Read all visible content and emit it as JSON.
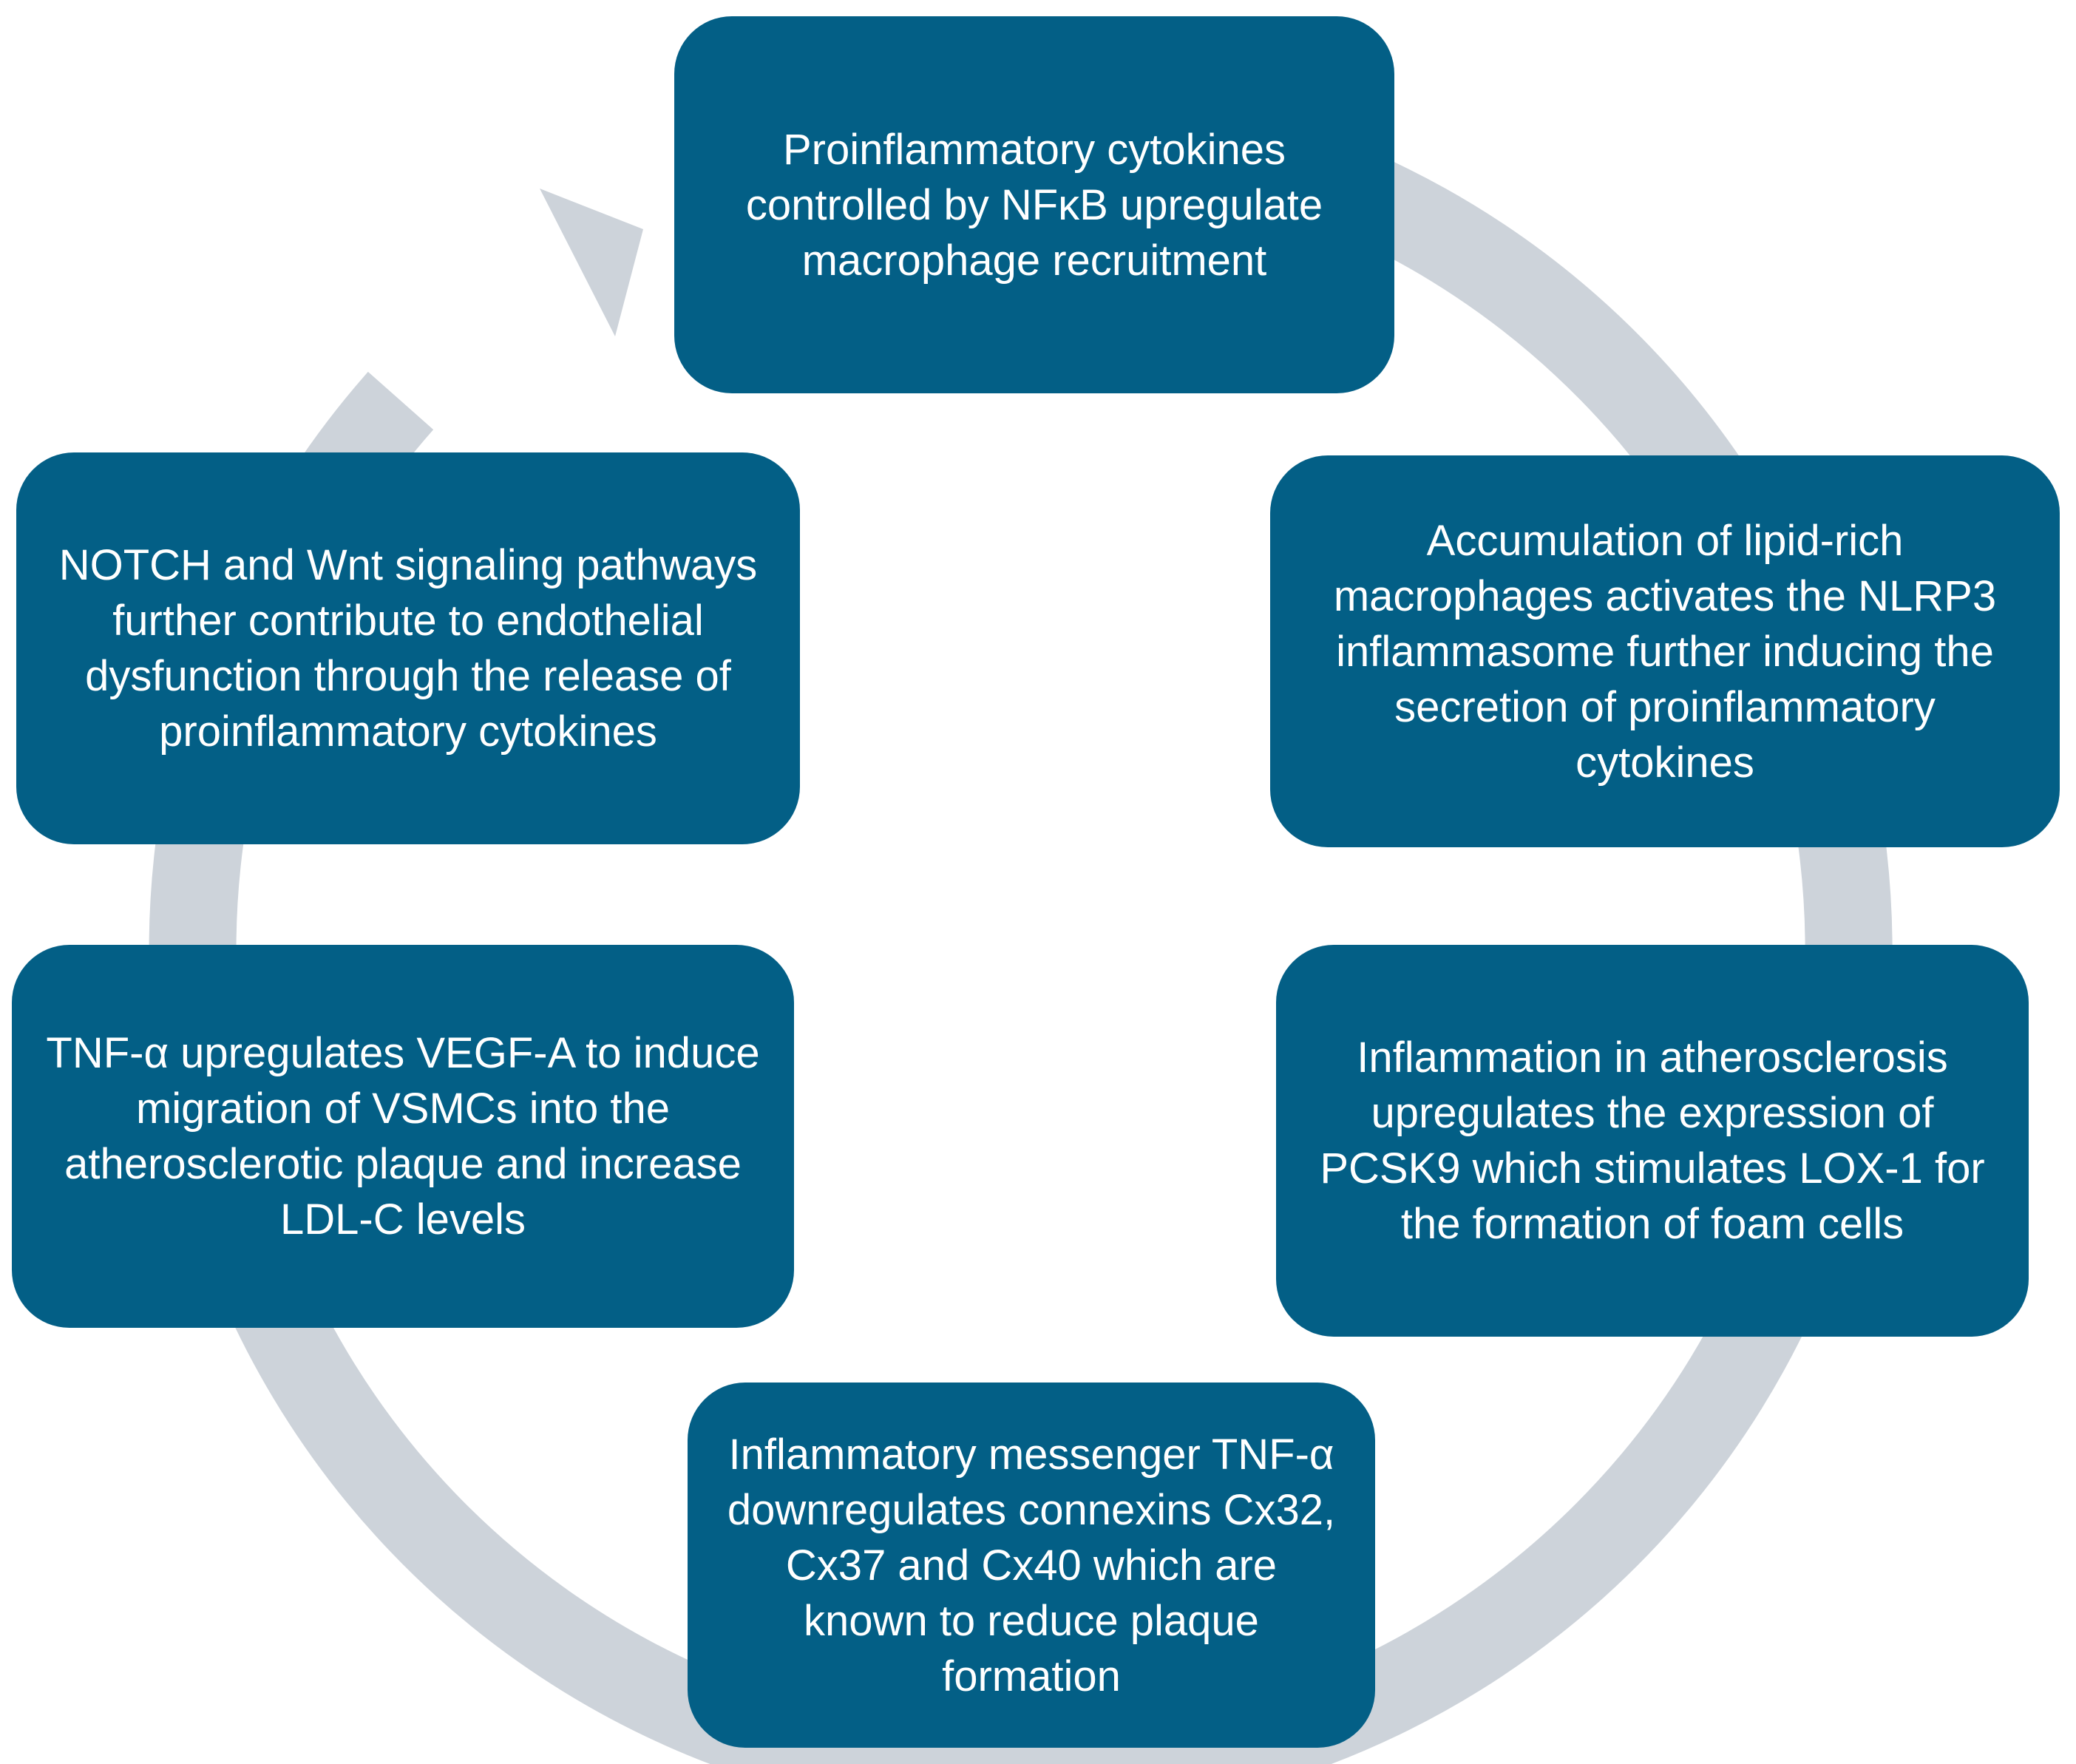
{
  "diagram": {
    "colors": {
      "box_fill": "#035f86",
      "box_text": "#ffffff",
      "cycle_ring": "#cdd3da",
      "background": "#ffffff"
    },
    "nodes": [
      {
        "id": "top",
        "text": "Proinflammatory cytokines controlled by NFκB upregulate macrophage recruitment"
      },
      {
        "id": "rtop",
        "text": "Accumulation of lipid-rich macrophages activates the NLRP3 inflammasome further inducing the secretion of proinflammatory cytokines"
      },
      {
        "id": "rbot",
        "text": "Inflammation in atherosclerosis upregulates the expression of PCSK9 which stimulates LOX-1 for the formation of foam cells"
      },
      {
        "id": "bottom",
        "text": "Inflammatory messenger TNF-α downregulates connexins Cx32, Cx37 and Cx40 which are known to reduce plaque formation"
      },
      {
        "id": "lbot",
        "text": "TNF-α upregulates VEGF-A to induce migration of VSMCs into the atherosclerotic plaque and increase LDL-C levels"
      },
      {
        "id": "ltop",
        "text": "NOTCH and Wnt signaling pathways further contribute to endothelial dysfunction through the release of proinflammatory cytokines"
      }
    ],
    "cycle": {
      "direction": "clockwise",
      "arrowhead_position": "upper-left, pointing toward top node"
    }
  }
}
